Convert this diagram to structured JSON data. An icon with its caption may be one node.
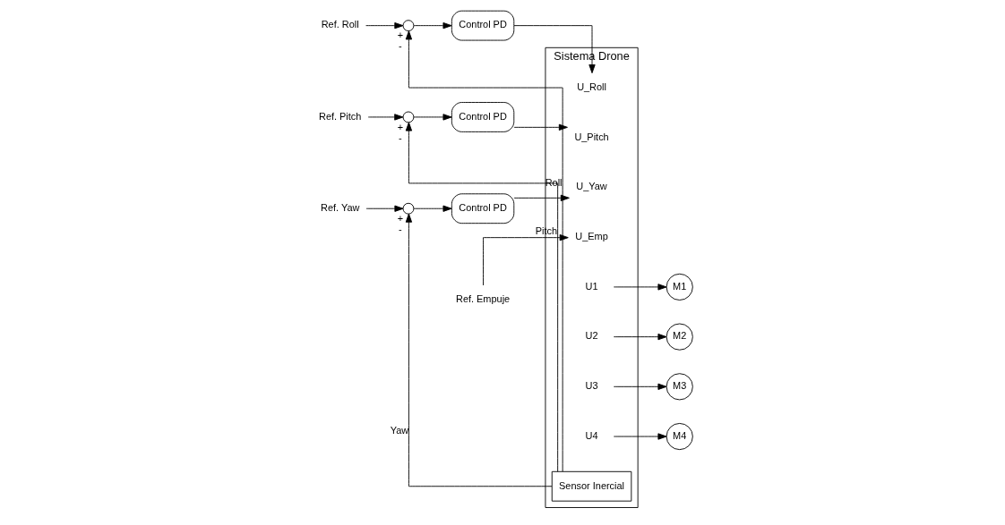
{
  "diagram": {
    "nodes": [
      {
        "text": [
          "Ref. Roll"
        ]
      },
      {
        "text": [],
        "shape": "circle",
        "beside": [
          "+",
          "-"
        ]
      },
      {
        "text": [
          "Control PD"
        ]
      },
      {
        "text": [
          "Ref. Pitch"
        ]
      },
      {
        "text": [],
        "shape": "circle",
        "beside": [
          "+",
          "-"
        ]
      },
      {
        "text": [
          "Control PD"
        ]
      },
      {
        "text": [
          "Ref. Yaw"
        ]
      },
      {
        "text": [],
        "shape": "circle",
        "beside": [
          "+",
          "-"
        ]
      },
      {
        "text": [
          "Control PD"
        ]
      },
      {
        "text": [
          "Ref. Empuje"
        ]
      },
      {
        "text": [
          "Sistema Drone"
        ]
      },
      {
        "text": [
          "U_Roll"
        ],
        "in": 10
      },
      {
        "text": [
          "U_Pitch"
        ],
        "in": 10
      },
      {
        "text": [
          "U_Yaw"
        ],
        "in": 10
      },
      {
        "text": [
          "U_Emp"
        ],
        "in": 10
      },
      {
        "text": [
          "U1"
        ],
        "in": 10
      },
      {
        "text": [
          "U2"
        ],
        "in": 10
      },
      {
        "text": [
          "U3"
        ],
        "in": 10
      },
      {
        "text": [
          "U4"
        ],
        "in": 10
      },
      {
        "text": [
          "Sensor Inercial"
        ],
        "in": 10
      },
      {
        "text": [
          "M1"
        ]
      },
      {
        "text": [
          "M2"
        ]
      },
      {
        "text": [
          "M3"
        ]
      },
      {
        "text": [
          "M4"
        ]
      }
    ],
    "edges": [
      {
        "from": 0,
        "to": 1,
        "arrow": "to"
      },
      {
        "from": 1,
        "to": 2,
        "arrow": "to"
      },
      {
        "from": 2,
        "to": 11,
        "arrow": "to"
      },
      {
        "from": 3,
        "to": 4,
        "arrow": "to"
      },
      {
        "from": 4,
        "to": 5,
        "arrow": "to"
      },
      {
        "from": 5,
        "to": 12,
        "arrow": "to"
      },
      {
        "from": 6,
        "to": 7,
        "arrow": "to"
      },
      {
        "from": 7,
        "to": 8,
        "arrow": "to"
      },
      {
        "from": 8,
        "to": 13,
        "arrow": "to"
      },
      {
        "from": 9,
        "to": 14,
        "arrow": "to"
      },
      {
        "from": 15,
        "to": 20,
        "arrow": "to"
      },
      {
        "from": 16,
        "to": 21,
        "arrow": "to"
      },
      {
        "from": 17,
        "to": 22,
        "arrow": "to"
      },
      {
        "from": 18,
        "to": 23,
        "arrow": "to"
      },
      {
        "from": 19,
        "to": 7,
        "arrow": "to",
        "label": "Yaw"
      },
      {
        "from": 19,
        "to": 4,
        "arrow": "to",
        "label": "Pitch"
      },
      {
        "from": 19,
        "to": 1,
        "arrow": "to",
        "label": "Roll"
      }
    ]
  }
}
